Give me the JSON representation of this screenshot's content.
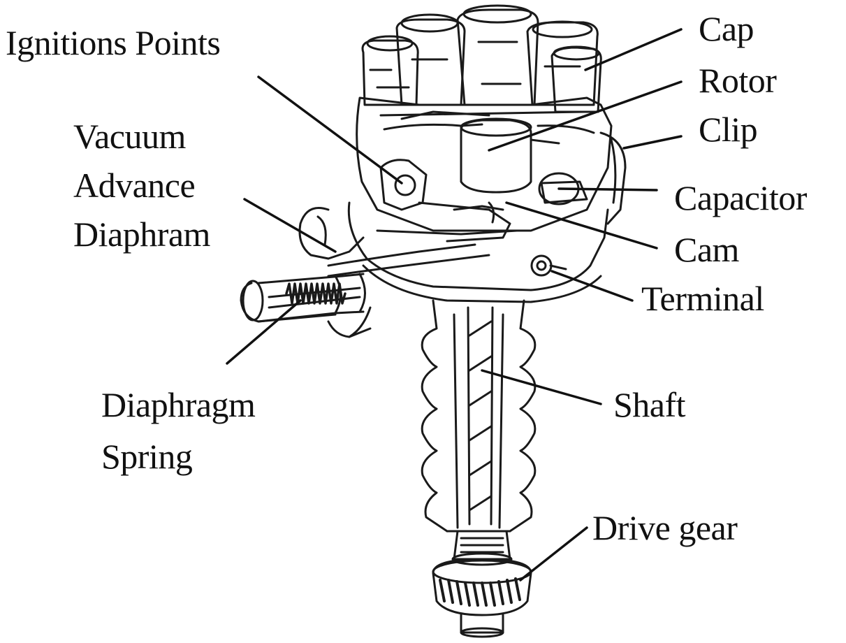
{
  "diagram": {
    "labels": {
      "ignition_points": "Ignitions Points",
      "cap": "Cap",
      "rotor": "Rotor",
      "clip": "Clip",
      "vacuum_advance_diaphram": [
        "Vacuum",
        "Advance",
        "Diaphram"
      ],
      "capacitor": "Capacitor",
      "cam": "Cam",
      "terminal": "Terminal",
      "diaphragm_spring": [
        "Diaphragm",
        "Spring"
      ],
      "shaft": "Shaft",
      "drive_gear": "Drive gear"
    },
    "colors": {
      "ink": "#111111",
      "background": "#ffffff"
    }
  }
}
